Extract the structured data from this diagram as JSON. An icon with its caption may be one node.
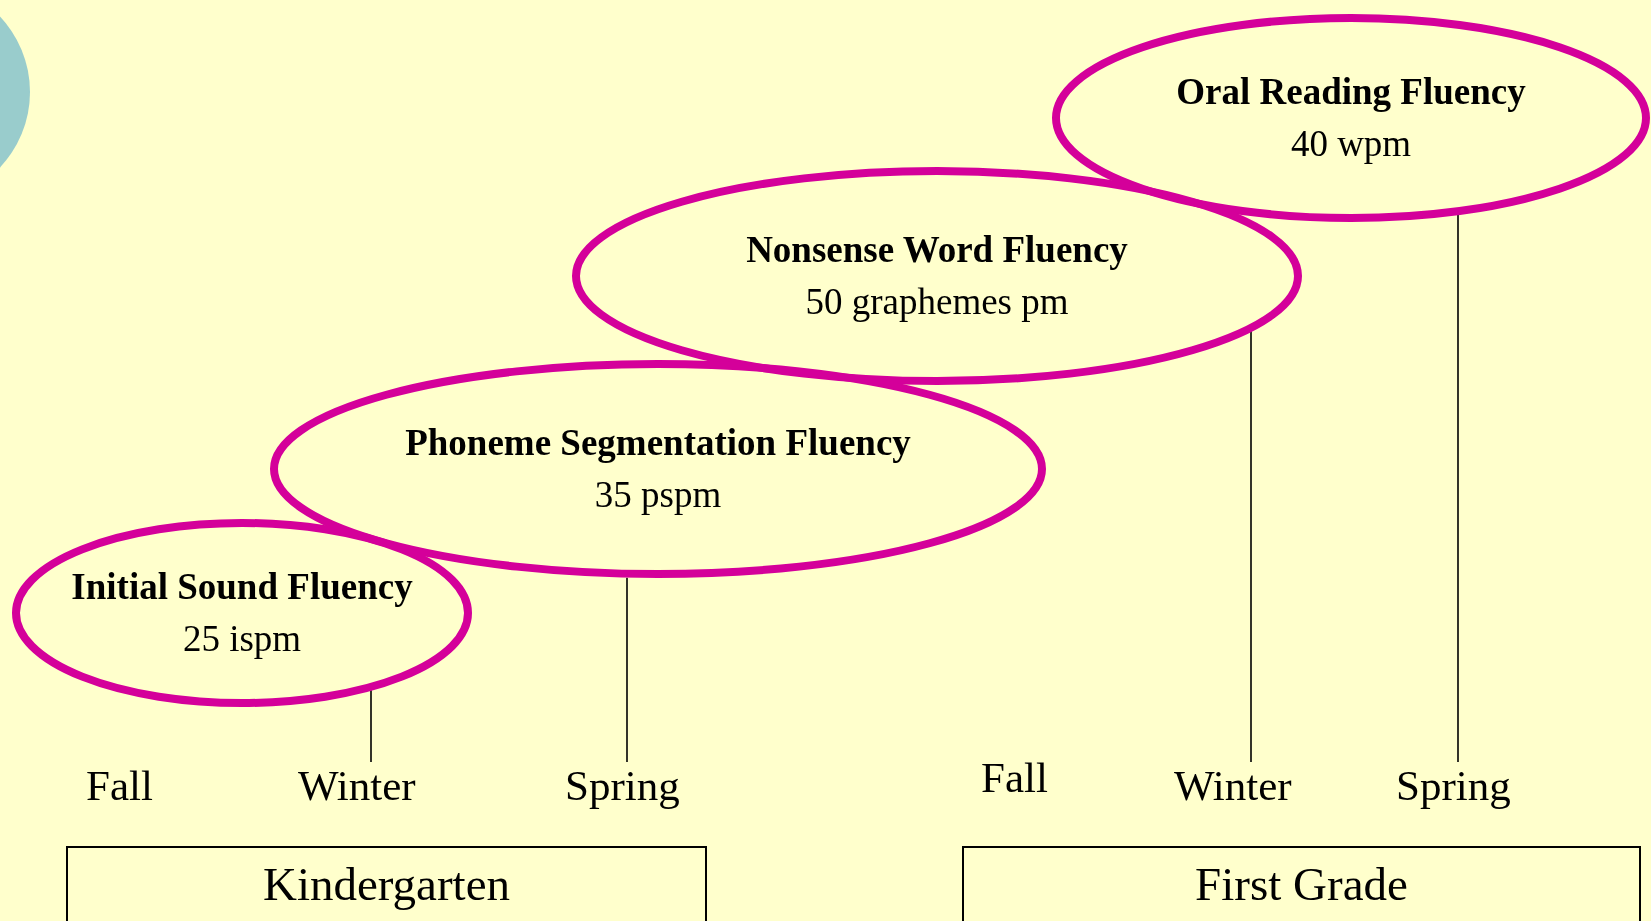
{
  "diagram": {
    "nodes": [
      {
        "text": [
          "Oral Reading Fluency",
          "40 wpm"
        ]
      },
      {
        "text": [
          "Nonsense Word Fluency",
          "50 graphemes pm"
        ]
      },
      {
        "text": [
          "Phoneme Segmentation Fluency",
          "35 pspm"
        ]
      },
      {
        "text": [
          "Initial Sound Fluency",
          "25 ispm"
        ]
      },
      {
        "text": [
          "Winter"
        ]
      },
      {
        "text": [
          "Spring"
        ]
      },
      {
        "text": [
          "Winter"
        ]
      },
      {
        "text": [
          "Spring"
        ]
      },
      {
        "text": [
          "Kindergarten"
        ]
      },
      {
        "text": [
          "First Grade"
        ]
      }
    ],
    "edges": [
      {
        "from": 3,
        "to": 4,
        "arrow": "none"
      },
      {
        "from": 2,
        "to": 5,
        "arrow": "none"
      },
      {
        "from": 1,
        "to": 6,
        "arrow": "none"
      },
      {
        "from": 0,
        "to": 7,
        "arrow": "none"
      }
    ],
    "labels": [
      "Fall",
      "Fall"
    ]
  }
}
